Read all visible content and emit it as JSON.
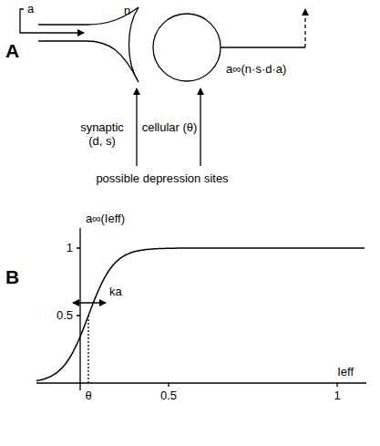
{
  "diagram": {
    "labels": [
      "A",
      "a",
      "n",
      "a∞(n·s·d·a)",
      "synaptic (d, s)",
      "cellular (θ)",
      "possible depression sites",
      "B",
      "a∞(Ieff)",
      "1",
      "0.5",
      "ka",
      "θ",
      "0.5",
      "1",
      "Ieff"
    ]
  }
}
